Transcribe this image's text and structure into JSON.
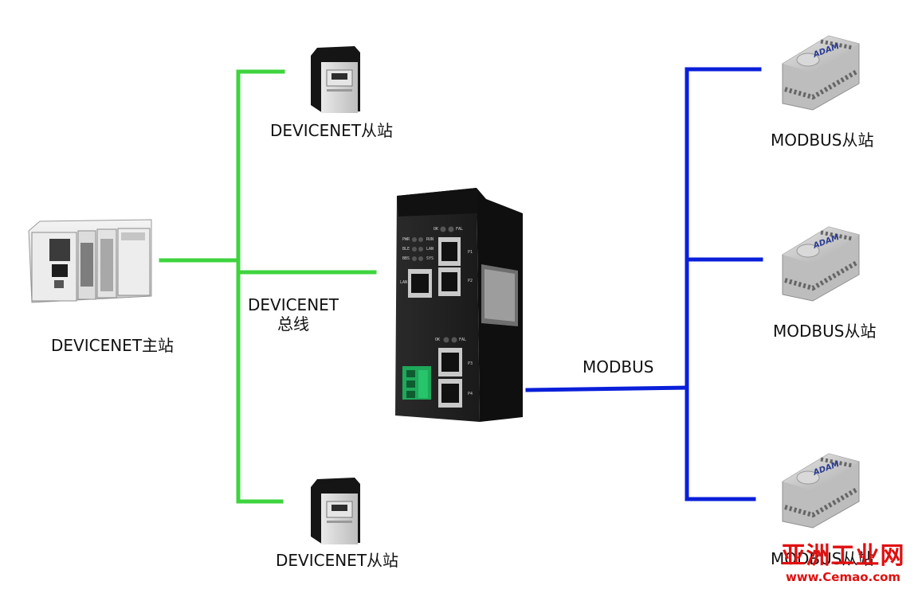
{
  "master": {
    "label": "DEVICENET主站"
  },
  "devicenet_slaves": [
    {
      "label": "DEVICENET从站"
    },
    {
      "label": "DEVICENET从站"
    }
  ],
  "devicenet_bus": {
    "line1": "DEVICENET",
    "line2": "总线"
  },
  "gateway": {
    "leds_left": [
      "PWR",
      "BLE",
      "BBS"
    ],
    "leds_right": [
      "RUN",
      "LAN",
      "SYS"
    ],
    "top_ok": "OK",
    "top_fal": "FAL",
    "bottom_ok": "OK",
    "bottom_fal": "FAL",
    "lan_label": "LAN",
    "ports": [
      "P1",
      "P2",
      "P3",
      "P4"
    ]
  },
  "modbus_bus": {
    "label": "MODBUS"
  },
  "modbus_slaves": [
    {
      "label": "MODBUS从站",
      "brand": "ADAM"
    },
    {
      "label": "MODBUS从站",
      "brand": "ADAM"
    },
    {
      "label": "MODBUS从站",
      "brand": "ADAM"
    }
  ],
  "watermark": {
    "line1": "亚洲工业网",
    "line2": "www.Cemao.com"
  },
  "colors": {
    "devicenet_line": "#3ed43e",
    "modbus_line": "#0a1fd9",
    "watermark": "#e01010"
  }
}
